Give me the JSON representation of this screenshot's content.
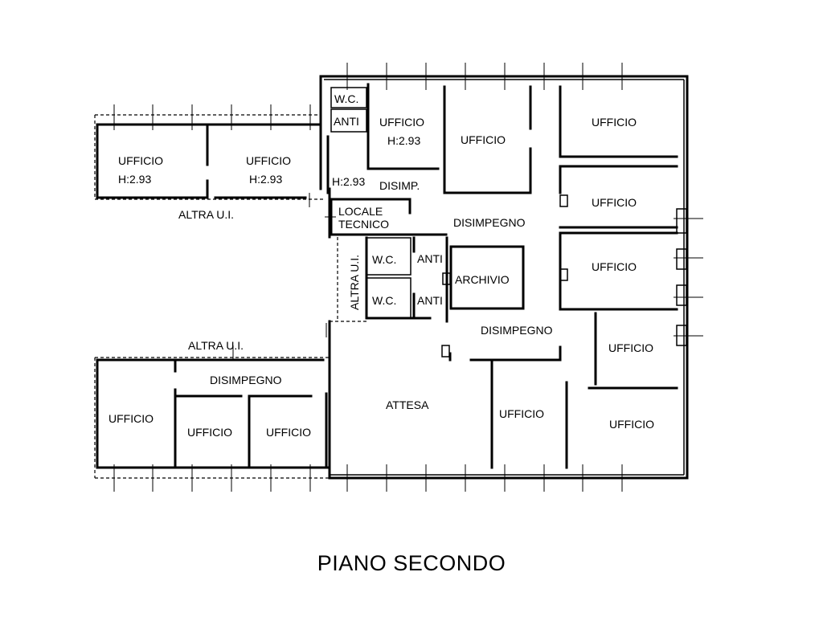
{
  "title": "PIANO SECONDO",
  "labels": {
    "wc_top": "W.C.",
    "anti_top": "ANTI",
    "ufficio_h293_top": "UFFICIO",
    "h293_top": "H:2.93",
    "ufficio_top_mid": "UFFICIO",
    "ufficio_top_right": "UFFICIO",
    "ufficio_left_1": "UFFICIO",
    "h293_left_1": "H:2.93",
    "ufficio_left_2": "UFFICIO",
    "h293_left_2": "H:2.93",
    "h293_corridor": "H:2.93",
    "disimp": "DISIMP.",
    "altra_ui_top": "ALTRA U.I.",
    "locale": "LOCALE",
    "tecnico": "TECNICO",
    "disimpegno_top": "DISIMPEGNO",
    "ufficio_right_2": "UFFICIO",
    "ufficio_right_3": "UFFICIO",
    "altra_ui_vertical": "ALTRA U.I.",
    "wc_mid_1": "W.C.",
    "anti_mid_1": "ANTI",
    "archivio": "ARCHIVIO",
    "wc_mid_2": "W.C.",
    "anti_mid_2": "ANTI",
    "disimpegno_mid": "DISIMPEGNO",
    "ufficio_right_4": "UFFICIO",
    "altra_ui_bottom": "ALTRA U.I.",
    "disimpegno_bottom": "DISIMPEGNO",
    "attesa": "ATTESA",
    "ufficio_bottom_1": "UFFICIO",
    "ufficio_bottom_2": "UFFICIO",
    "ufficio_bottom_3": "UFFICIO",
    "ufficio_bottom_4": "UFFICIO",
    "ufficio_bottom_5": "UFFICIO"
  }
}
